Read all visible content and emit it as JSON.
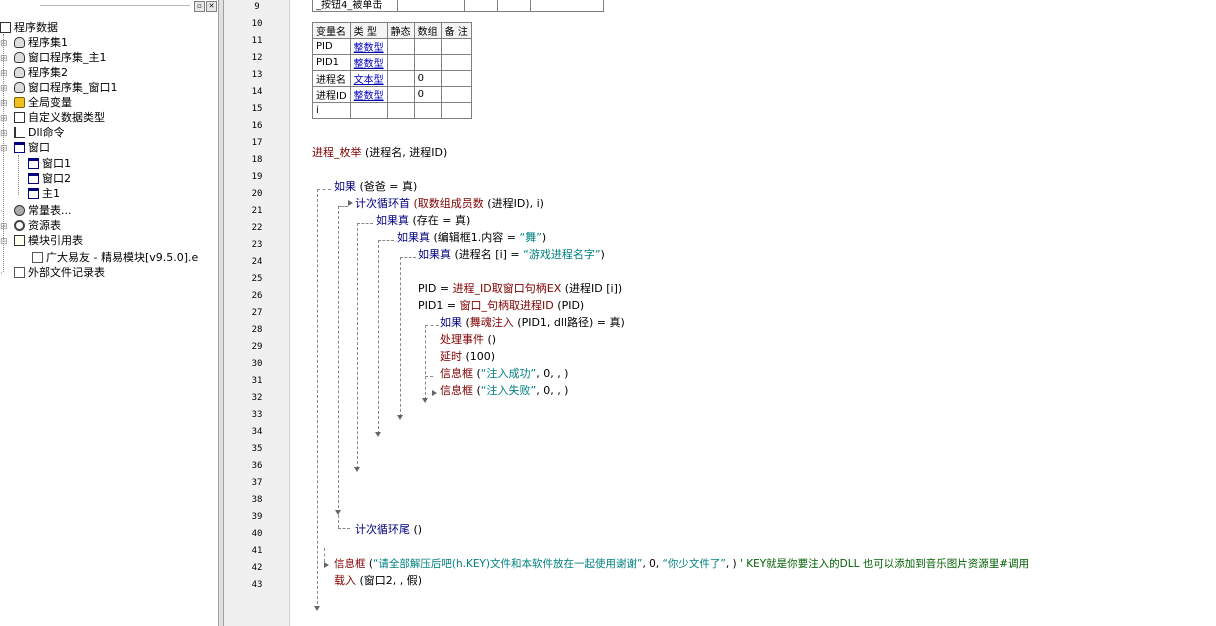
{
  "tree": {
    "root": "程序数据",
    "items": [
      {
        "label": "程序集1",
        "icon": "assembly-icon"
      },
      {
        "label": "窗口程序集_主1",
        "icon": "assembly-icon"
      },
      {
        "label": "程序集2",
        "icon": "assembly-icon"
      },
      {
        "label": "窗口程序集_窗口1",
        "icon": "assembly-icon"
      },
      {
        "label": "全局变量",
        "icon": "global-var-icon"
      },
      {
        "label": "自定义数据类型",
        "icon": "datatype-icon"
      },
      {
        "label": "Dll命令",
        "icon": "dll-icon"
      },
      {
        "label": "窗口",
        "icon": "window-icon"
      },
      {
        "label": "窗口1",
        "icon": "window-icon"
      },
      {
        "label": "窗口2",
        "icon": "window-icon"
      },
      {
        "label": "主1",
        "icon": "window-icon"
      },
      {
        "label": "常量表...",
        "icon": "constant-icon"
      },
      {
        "label": "资源表",
        "icon": "resource-icon"
      },
      {
        "label": "模块引用表",
        "icon": "module-icon"
      },
      {
        "label": "广大易友 - 精易模块[v9.5.0].e",
        "icon": "module-file-icon"
      },
      {
        "label": "外部文件记录表",
        "icon": "file-icon"
      }
    ],
    "buttons": {
      "restore": "▫",
      "close": "✕"
    }
  },
  "line_numbers": [
    "9",
    "10",
    "11",
    "12",
    "13",
    "14",
    "15",
    "16",
    "17",
    "18",
    "19",
    "20",
    "21",
    "22",
    "23",
    "24",
    "25",
    "26",
    "27",
    "28",
    "29",
    "30",
    "31",
    "32",
    "33",
    "34",
    "35",
    "36",
    "37",
    "38",
    "39",
    "40",
    "41",
    "42",
    "43"
  ],
  "top_row": {
    "name": "_按钮4_被单击"
  },
  "var_table": {
    "headers": [
      "变量名",
      "类 型",
      "静态",
      "数组",
      "备 注"
    ],
    "rows": [
      [
        "PID",
        "整数型",
        "",
        "",
        ""
      ],
      [
        "PID1",
        "整数型",
        "",
        "",
        ""
      ],
      [
        "进程名",
        "文本型",
        "",
        "0",
        ""
      ],
      [
        "进程ID",
        "整数型",
        "",
        "0",
        ""
      ],
      [
        "i",
        "",
        "",
        "",
        ""
      ]
    ]
  },
  "code": {
    "l16": "进程_枚举",
    "l16b": "(进程名, 进程ID)",
    "l18a": "如果",
    "l18b": "(爸爸 = 真)",
    "l19a": "计次循环首",
    "l19b": "(取数组成员数",
    "l19c": "(进程ID), i)",
    "l20a": "如果真",
    "l20b": "(存在 = 真)",
    "l21a": "如果真",
    "l21b": "(编辑框1.内容 = ",
    "l21c": "“舞”",
    "l21d": ")",
    "l22a": "如果真",
    "l22b": "(进程名 [i] = ",
    "l22c": "“游戏进程名字”",
    "l22d": ")",
    "l24a": "PID = ",
    "l24b": "进程_ID取窗口句柄EX",
    "l24c": "(进程ID [i])",
    "l25a": "PID1 = ",
    "l25b": "窗口_句柄取进程ID",
    "l25c": "(PID)",
    "l26a": "如果",
    "l26b": "(",
    "l26c": "舞魂注入",
    "l26d": "(PID1, dll路径) = 真)",
    "l27": "处理事件",
    "l27b": "()",
    "l28": "延时",
    "l28b": "(100)",
    "l29a": "信息框",
    "l29b": "(",
    "l29c": "“注入成功”",
    "l29d": ", 0, , )",
    "l30a": "信息框",
    "l30b": "(",
    "l30c": "“注入失败”",
    "l30d": ", 0, , )",
    "l38": "计次循环尾",
    "l38b": "()",
    "l40a": "信息框",
    "l40b": "(",
    "l40c": "“请全部解压后吧(h.KEY)文件和本软件放在一起使用谢谢”",
    "l40d": ", 0, ",
    "l40e": "“你少文件了”",
    "l40f": ", )",
    "l40g": "' KEY就是你要注入的DLL 也可以添加到音乐图片资源里#调用",
    "l41a": "载入",
    "l41b": "(窗口2, , 假)"
  }
}
